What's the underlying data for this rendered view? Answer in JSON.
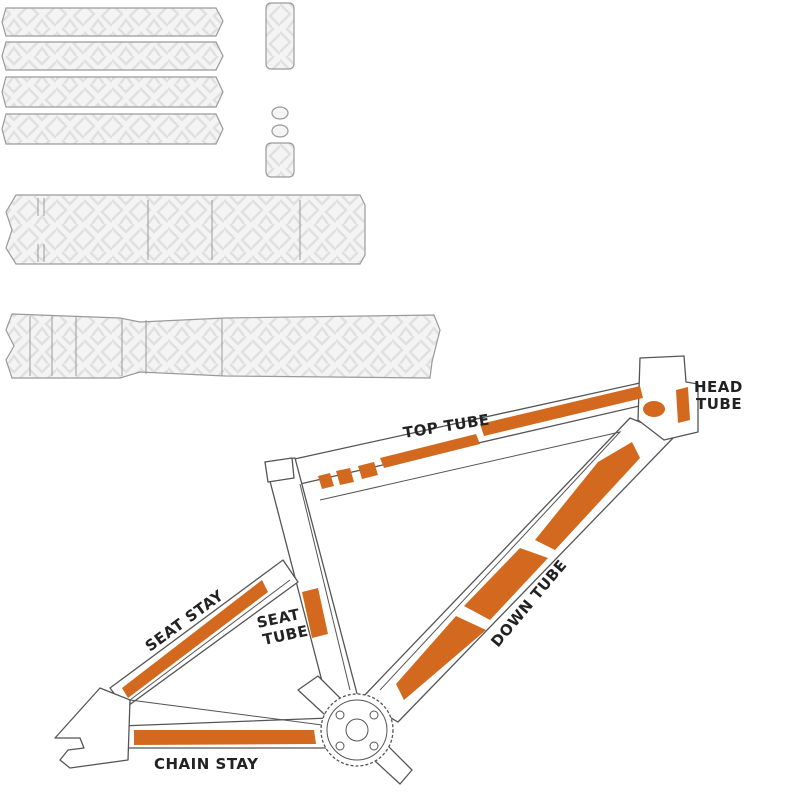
{
  "colors": {
    "protector": "#d2691e",
    "piece_fill": "#f4f4f4",
    "piece_pattern": "#e2e2e2",
    "outline": "#555555",
    "text": "#222222"
  },
  "labels": {
    "top_tube": "TOP TUBE",
    "head_tube_line1": "HEAD",
    "head_tube_line2": "TUBE",
    "down_tube": "DOWN TUBE",
    "seat_stay": "SEAT STAY",
    "seat_tube_line1": "SEAT",
    "seat_tube_line2": "TUBE",
    "chain_stay": "CHAIN STAY"
  }
}
